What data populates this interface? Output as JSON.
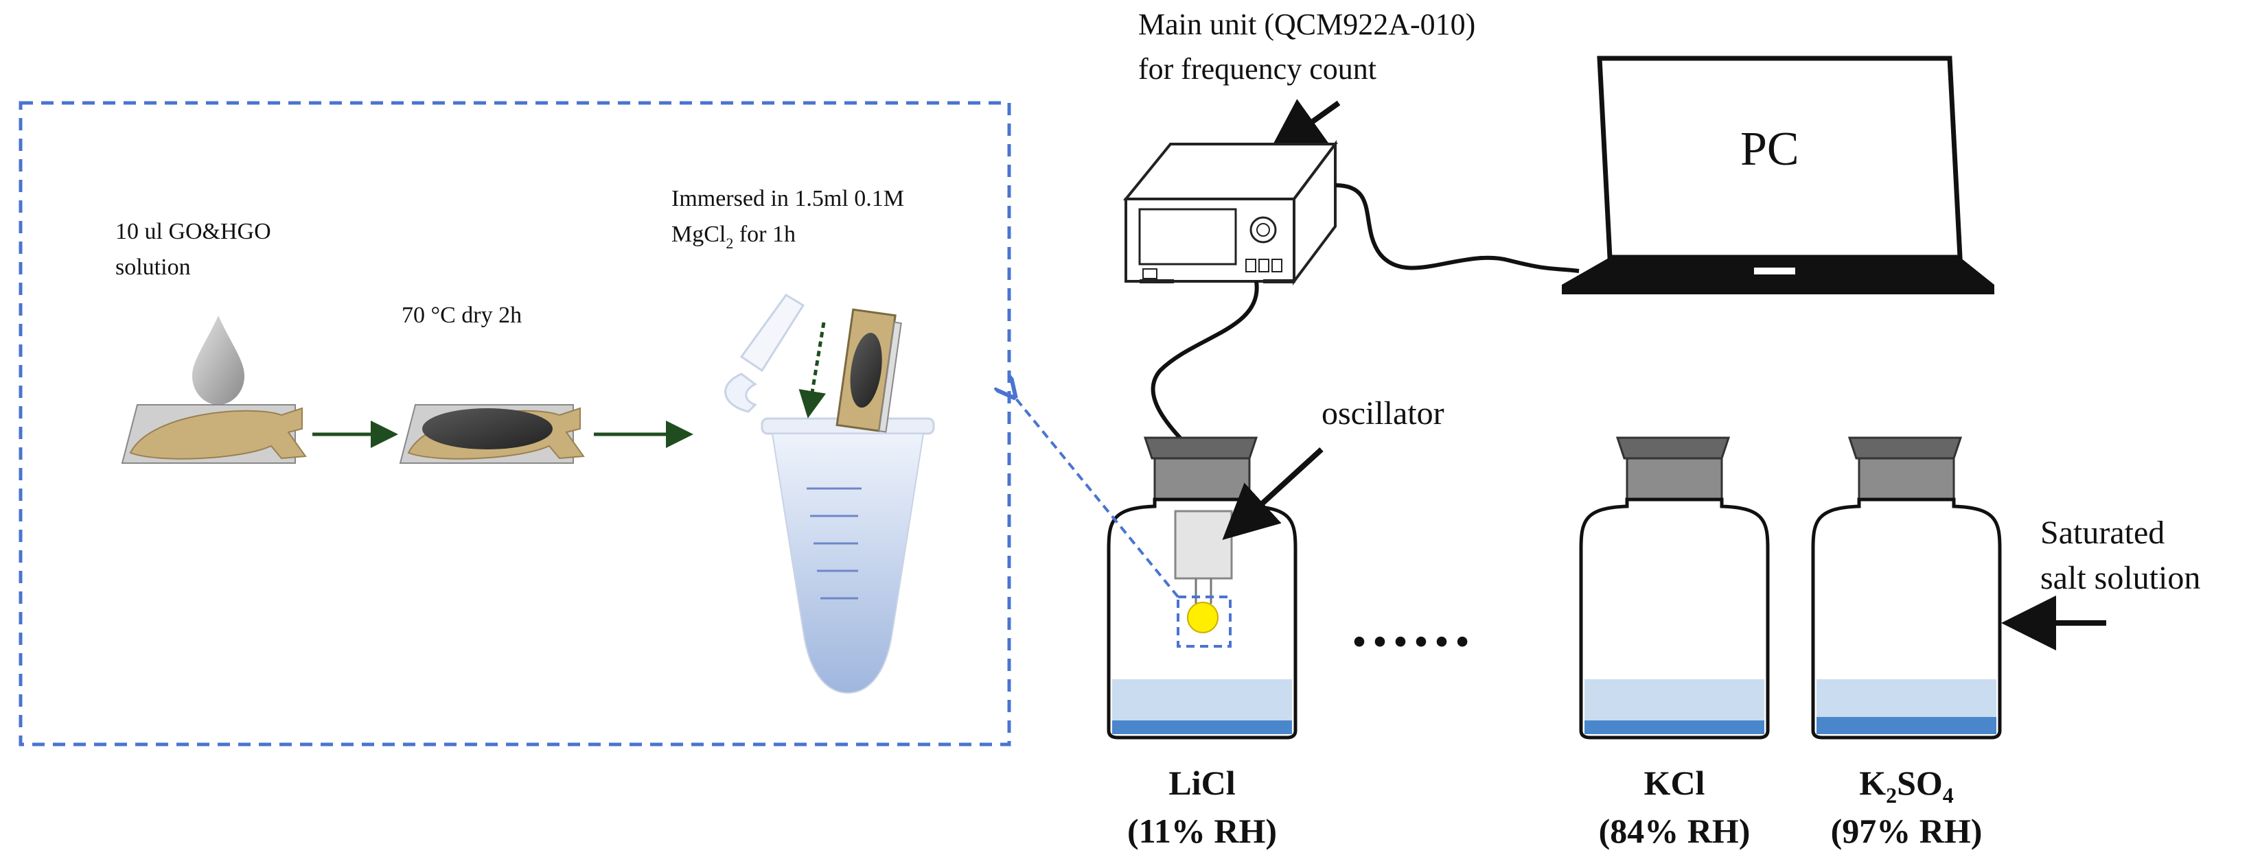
{
  "steps": {
    "step1_line1": "10 ul GO&HGO",
    "step1_line2": "solution",
    "step2_label": "70 °C dry 2h",
    "step3_line1": "Immersed in 1.5ml 0.1M",
    "step3_mg": "MgCl",
    "step3_sub": "2",
    "step3_rest": " for 1h"
  },
  "equipment": {
    "main_unit_line1": "Main unit (QCM922A-010)",
    "main_unit_line2": "for frequency count",
    "pc_label": "PC",
    "oscillator_label": "oscillator",
    "saturated_line1": "Saturated",
    "saturated_line2": "salt solution",
    "ellipsis": "······"
  },
  "bottles": [
    {
      "salt": "LiCl",
      "rh": "(11% RH)"
    },
    {
      "salt": "KCl",
      "rh": "(84% RH)"
    },
    {
      "salt_a": "K",
      "salt_sub1": "2",
      "salt_b": "SO",
      "salt_sub2": "4",
      "rh": "(97% RH)"
    }
  ],
  "colors": {
    "dashed_box": "#4a74d0",
    "electrode_gold": "#c9b07a",
    "film_dark": "#3a3a3a",
    "arrow_green": "#1f4d1f",
    "solution_light": "#c9dcf0",
    "solution_dark": "#4a86cc",
    "bottle_cap": "#777777",
    "oscillator_dot": "#ffee00"
  }
}
